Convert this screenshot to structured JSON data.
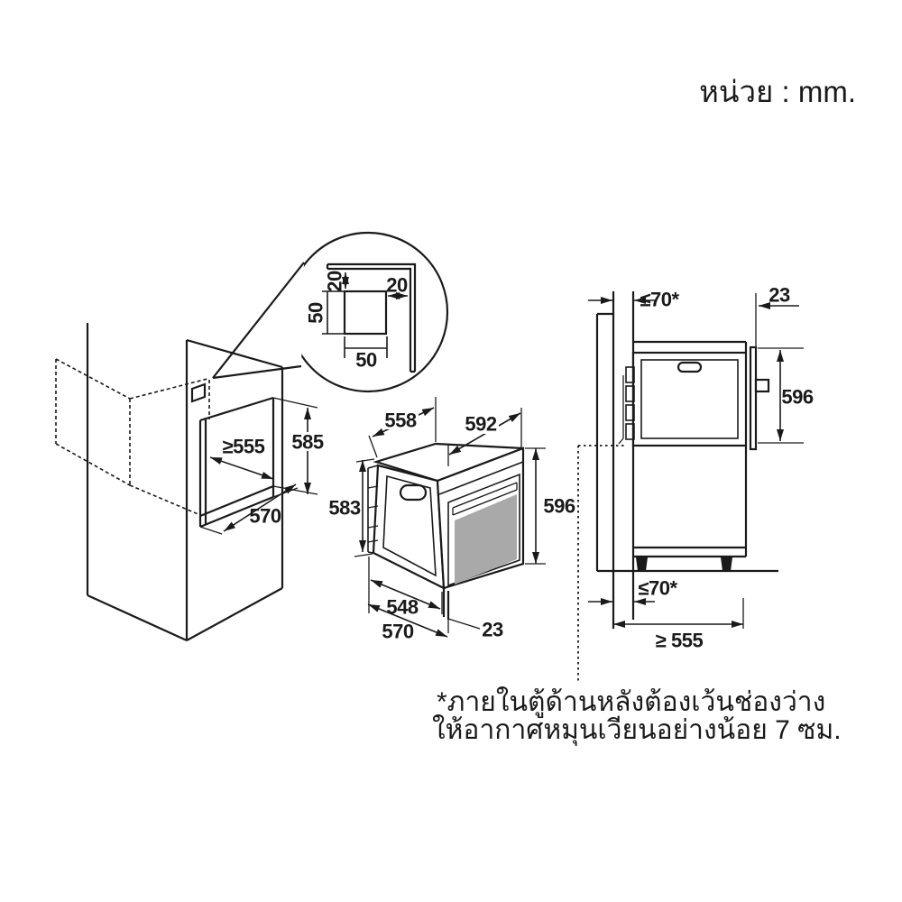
{
  "unit_label": "หน่วย : mm.",
  "note_line1": "*ภายในตู้ด้านหลังต้องเว้นช่องว่าง",
  "note_line2": "ให้อากาศหมุนเวียนอย่างน้อย 7 ซม.",
  "colors": {
    "line": "#1a1a1a",
    "glass": "#a9a9a9",
    "background": "#ffffff"
  },
  "detail": {
    "gap_top": "20",
    "gap_right": "20",
    "hole_height": "50",
    "hole_width": "50"
  },
  "cabinet": {
    "niche_depth": "≥555",
    "niche_height": "585",
    "bottom_depth": "570"
  },
  "oven": {
    "top_depth": "558",
    "front_width": "592",
    "side_height": "583",
    "front_height": "596",
    "body_depth": "548",
    "total_depth": "570",
    "door_proud": "23"
  },
  "side": {
    "top_back_gap": "≤70*",
    "door_proud": "23",
    "oven_height": "596",
    "bottom_back_gap": "≤70*",
    "min_depth": "≥ 555"
  }
}
